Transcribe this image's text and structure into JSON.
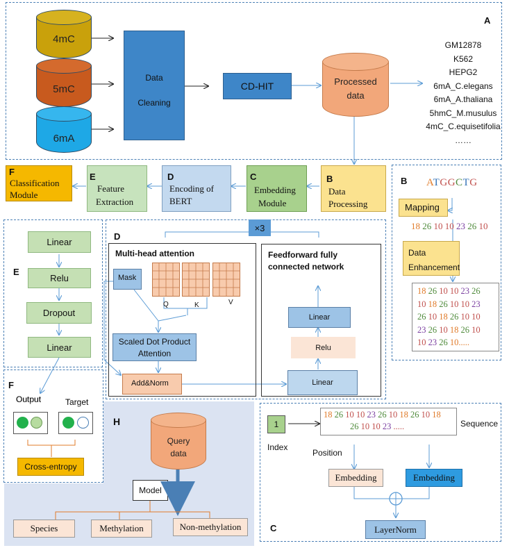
{
  "colors": {
    "cyl_4mC": "#c9a10b",
    "cyl_5mC": "#c85a1e",
    "cyl_6mA": "#1ea8e6",
    "data_cleaning": "#3e86c8",
    "cdhit": "#3e86c8",
    "processed": "#f2a77a",
    "stage_F": "#f5b800",
    "stage_E": "#c7e3bd",
    "stage_D": "#c3d9ef",
    "stage_C": "#a8d18d",
    "stage_B": "#fbe28f",
    "linear_green": "#c5e0b4",
    "attn_blue": "#9dc3e6",
    "addnorm": "#f8cbad",
    "relu_peach": "#fbe5d6",
    "h_panel": "#dbe3f2",
    "seq_orange": "#e07b2a",
    "seq_green": "#4e8a3a",
    "seq_red": "#c0504d",
    "seq_purple": "#7a3fa0",
    "embed_blue": "#2e9be0"
  },
  "panel_a": {
    "letter": "A",
    "sources": [
      "4mC",
      "5mC",
      "6mA"
    ],
    "data_cleaning": [
      "Data",
      "Cleaning"
    ],
    "cdhit": "CD-HIT",
    "processed": [
      "Processed",
      "data"
    ],
    "datasets": [
      "GM12878",
      "K562",
      "HEPG2",
      "6mA_C.elegans",
      "6mA_A.thaliana",
      "5hmC_M.musulus",
      "4mC_C.equisetifolia",
      "……"
    ]
  },
  "pipeline": {
    "F": {
      "letter": "F",
      "l1": "Classification",
      "l2": "Module"
    },
    "E": {
      "letter": "E",
      "l1": "Feature",
      "l2": "Extraction"
    },
    "D": {
      "letter": "D",
      "l1": "Encoding of",
      "l2": "BERT"
    },
    "C": {
      "letter": "C",
      "l1": "Embedding",
      "l2": "Module"
    },
    "B": {
      "letter": "B",
      "l1": "Data",
      "l2": "Processing"
    }
  },
  "panel_b": {
    "letter": "B",
    "dna": [
      "A",
      "T",
      "G",
      "G",
      "C",
      "T",
      "G"
    ],
    "mapping": "Mapping",
    "mapped": [
      "18",
      "26",
      "10",
      "10",
      "23",
      "26",
      "10"
    ],
    "enhancement": [
      "Data",
      "Enhancement"
    ],
    "rows": [
      [
        "18",
        "26",
        "10",
        "10",
        "23",
        "26"
      ],
      [
        "10",
        "18",
        "26",
        "10",
        "10",
        "23"
      ],
      [
        "26",
        "10",
        "18",
        "26",
        "10",
        "10"
      ],
      [
        "23",
        "26",
        "10",
        "18",
        "26",
        "10"
      ],
      [
        "10",
        "23",
        "26",
        "10....."
      ]
    ]
  },
  "panel_e": {
    "letter": "E",
    "layers": [
      "Linear",
      "Relu",
      "Dropout",
      "Linear"
    ]
  },
  "panel_d": {
    "letter": "D",
    "repeat": "×3",
    "mha_title": "Multi-head attention",
    "mask": "Mask",
    "q": "Q",
    "k": "K",
    "v": "V",
    "scaled": [
      "Scaled Dot Product",
      "Attention"
    ],
    "addnorm": "Add&Norm",
    "ff_title": [
      "Feedforward fully",
      "connected network"
    ],
    "ff_linear_top": "Linear",
    "ff_relu": "Relu",
    "ff_linear_bottom": "Linear"
  },
  "panel_f": {
    "letter": "F",
    "output": "Output",
    "target": "Target",
    "loss": "Cross-entropy"
  },
  "panel_h": {
    "letter": "H",
    "query": [
      "Query",
      "data"
    ],
    "model": "Model",
    "outputs": [
      "Species",
      "Methylation",
      "Non-methylation"
    ]
  },
  "panel_c": {
    "letter": "C",
    "index_value": "1",
    "index_label": "Index",
    "position": "Position",
    "sequence_label": "Sequence",
    "seq_row1": [
      "18",
      "26",
      "10",
      "10",
      "23",
      "26",
      "10",
      "18",
      "26",
      "10",
      "18"
    ],
    "seq_row2": [
      "26",
      "10",
      "10",
      "23",
      "....."
    ],
    "embedding_left": "Embedding",
    "embedding_right": "Embedding",
    "layernorm": "LayerNorm"
  }
}
